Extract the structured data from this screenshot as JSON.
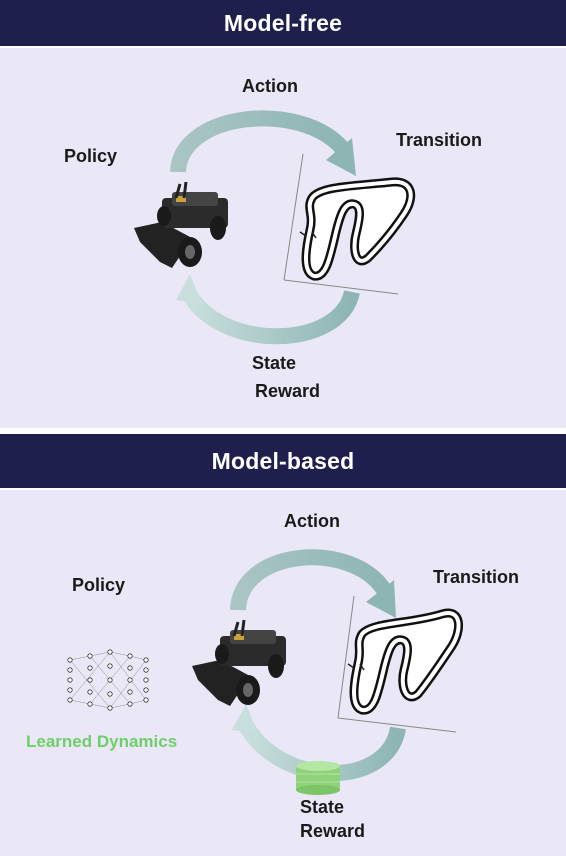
{
  "model_free": {
    "title": "Model-free",
    "labels": {
      "policy": "Policy",
      "action": "Action",
      "transition": "Transition",
      "state": "State",
      "reward": "Reward"
    }
  },
  "model_based": {
    "title": "Model-based",
    "labels": {
      "policy": "Policy",
      "action": "Action",
      "transition": "Transition",
      "state": "State",
      "reward": "Reward",
      "learned_dynamics": "Learned Dynamics"
    }
  },
  "colors": {
    "header_bg": "#1e1f4d",
    "panel_bg": "#eae8f6",
    "arrow": "#a9c5c4",
    "learned_dynamics": "#6ecf6a",
    "database": "#8fd27a"
  },
  "icons": [
    "rc-car-icon",
    "race-track-icon",
    "neural-network-icon",
    "database-icon",
    "cycle-arrow-icon"
  ]
}
